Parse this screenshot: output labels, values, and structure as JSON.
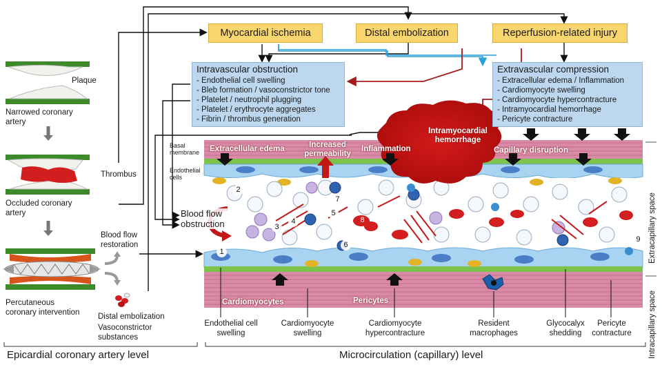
{
  "epicardial": {
    "plaque": "Plaque",
    "narrowed": "Narrowed coronary artery",
    "thrombus": "Thrombus",
    "occluded": "Occluded coronary artery",
    "restoration": "Blood flow restoration",
    "pci": "Percutaneous coronary intervention",
    "distal_emb": "Distal embolization",
    "vasoconstrictor": "Vasoconstrictor substances",
    "footer": "Epicardial coronary artery level"
  },
  "top_boxes": {
    "ischemia": "Myocardial ischemia",
    "embolization": "Distal embolization",
    "reperfusion": "Reperfusion-related injury"
  },
  "intravascular": {
    "title": "Intravascular obstruction",
    "items": [
      "Endothelial cell swelling",
      "Bleb formation / vasoconstrictor tone",
      "Platelet / neutrophil plugging",
      "Platelet / erythrocyte aggregates",
      "Fibrin / thrombus generation"
    ]
  },
  "extravascular": {
    "title": "Extravascular compression",
    "items": [
      "Extracellular edema / Inflammation",
      "Cardiomyocyte swelling",
      "Cardiomyocyte hypercontracture",
      "Intramyocardial hemorrhage",
      "Pericyte contracture"
    ]
  },
  "micro": {
    "basal_membrane": "Basal membrane",
    "endothelial_cells": "Endothelial cells",
    "extracellular_edema": "Extracellular edema",
    "increased_perm": "Increased permeability",
    "inflammation": "Inflammation",
    "hemorrhage": "Intramyocardial hemorrhage",
    "capillary_disruption": "Capillary disruption",
    "blood_flow_obstruction": "Blood flow obstruction",
    "cardiomyocytes": "Cardiomyocytes",
    "pericytes": "Pericytes",
    "extracapillary": "Extracapillary space",
    "intracapillary": "Intracapillary space",
    "numbers": [
      "1",
      "2",
      "3",
      "4",
      "5",
      "6",
      "7",
      "8",
      "9"
    ]
  },
  "bottom_labels": {
    "endo_swelling": "Endothelial cell swelling",
    "cardio_swelling": "Cardiomyocyte swelling",
    "hypercontracture": "Cardiomyocyte hypercontracture",
    "macrophages": "Resident macrophages",
    "glycocalyx": "Glycocalyx shedding",
    "pericyte_contracture": "Pericyte contracture",
    "footer": "Microcirculation (capillary) level"
  },
  "colors": {
    "yellow_box": "#f9d56e",
    "blue_box": "#bcd7ee",
    "vessel_green": "#3d8a2a",
    "thrombus_red": "#d21e1e",
    "myocyte_pink": "#d98aa6",
    "arrow_dark_red": "#a51c1c",
    "arrow_blue": "#2aa0d8"
  }
}
